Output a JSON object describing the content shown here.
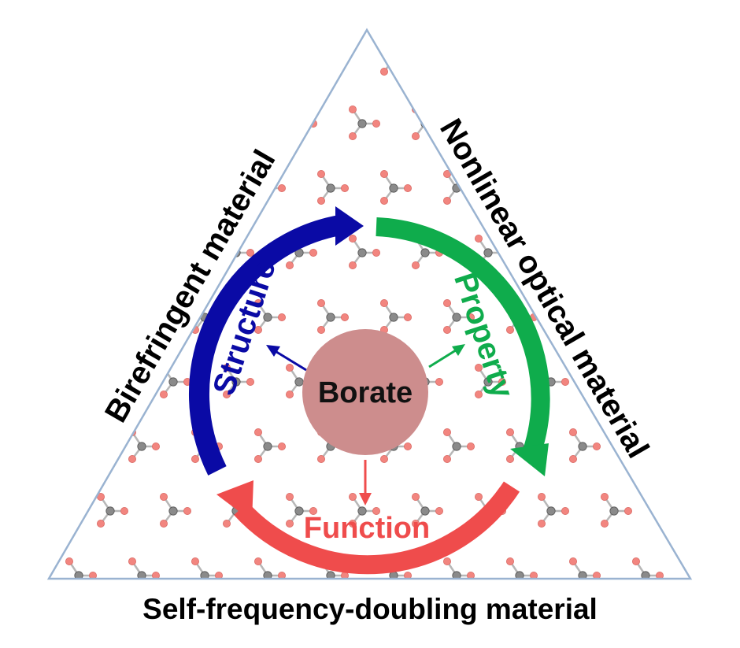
{
  "diagram": {
    "center_label": "Borate",
    "cycle": {
      "structure": "Structure",
      "property": "Property",
      "function": "Function"
    },
    "sides": {
      "left": "Birefringent material",
      "right": "Nonlinear optical material",
      "bottom": "Self-frequency-doubling material"
    }
  },
  "colors": {
    "structure": "#0a0aa5",
    "property": "#0fac4c",
    "function": "#ef4c4c",
    "center_fill": "#cd8d8d",
    "triangle_stroke": "#9ab3d1",
    "oxygen": "#f2857f",
    "boron": "#8a8a8a"
  }
}
